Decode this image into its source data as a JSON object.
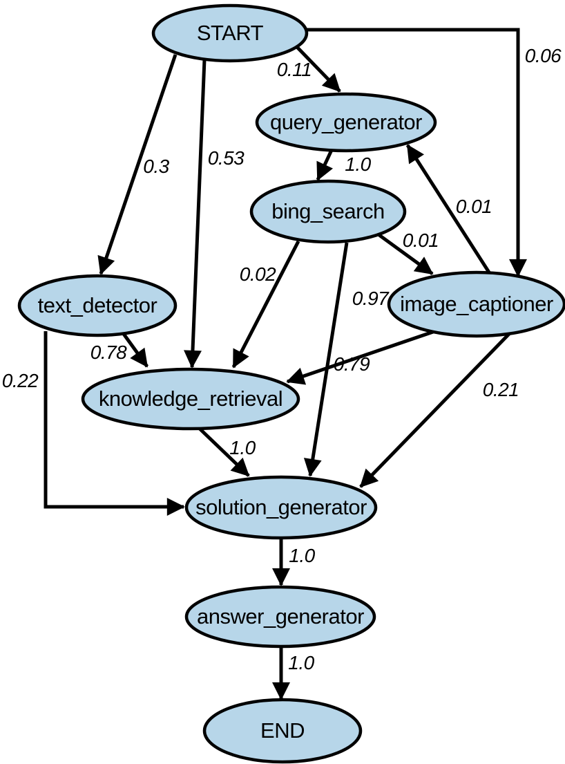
{
  "figure": {
    "type": "directed-graph",
    "background": "#ffffff",
    "node_fill": "#b7d6e9",
    "node_stroke": "#000000",
    "edge_color": "#000000",
    "nodes": [
      {
        "id": "START",
        "label": "START"
      },
      {
        "id": "query_generator",
        "label": "query_generator"
      },
      {
        "id": "bing_search",
        "label": "bing_search"
      },
      {
        "id": "text_detector",
        "label": "text_detector"
      },
      {
        "id": "image_captioner",
        "label": "image_captioner"
      },
      {
        "id": "knowledge_retrieval",
        "label": "knowledge_retrieval"
      },
      {
        "id": "solution_generator",
        "label": "solution_generator"
      },
      {
        "id": "answer_generator",
        "label": "answer_generator"
      },
      {
        "id": "END",
        "label": "END"
      }
    ],
    "edges": [
      {
        "from": "START",
        "to": "query_generator",
        "weight": "0.11"
      },
      {
        "from": "START",
        "to": "image_captioner",
        "weight": "0.06"
      },
      {
        "from": "START",
        "to": "text_detector",
        "weight": "0.3"
      },
      {
        "from": "START",
        "to": "knowledge_retrieval",
        "weight": "0.53"
      },
      {
        "from": "query_generator",
        "to": "bing_search",
        "weight": "1.0"
      },
      {
        "from": "image_captioner",
        "to": "query_generator",
        "weight": "0.01"
      },
      {
        "from": "bing_search",
        "to": "image_captioner",
        "weight": "0.01"
      },
      {
        "from": "bing_search",
        "to": "knowledge_retrieval",
        "weight": "0.02"
      },
      {
        "from": "bing_search",
        "to": "solution_generator",
        "weight": "0.97"
      },
      {
        "from": "text_detector",
        "to": "knowledge_retrieval",
        "weight": "0.78"
      },
      {
        "from": "text_detector",
        "to": "solution_generator",
        "weight": "0.22"
      },
      {
        "from": "image_captioner",
        "to": "knowledge_retrieval",
        "weight": "0.79"
      },
      {
        "from": "image_captioner",
        "to": "solution_generator",
        "weight": "0.21"
      },
      {
        "from": "knowledge_retrieval",
        "to": "solution_generator",
        "weight": "1.0"
      },
      {
        "from": "solution_generator",
        "to": "answer_generator",
        "weight": "1.0"
      },
      {
        "from": "answer_generator",
        "to": "END",
        "weight": "1.0"
      }
    ]
  }
}
